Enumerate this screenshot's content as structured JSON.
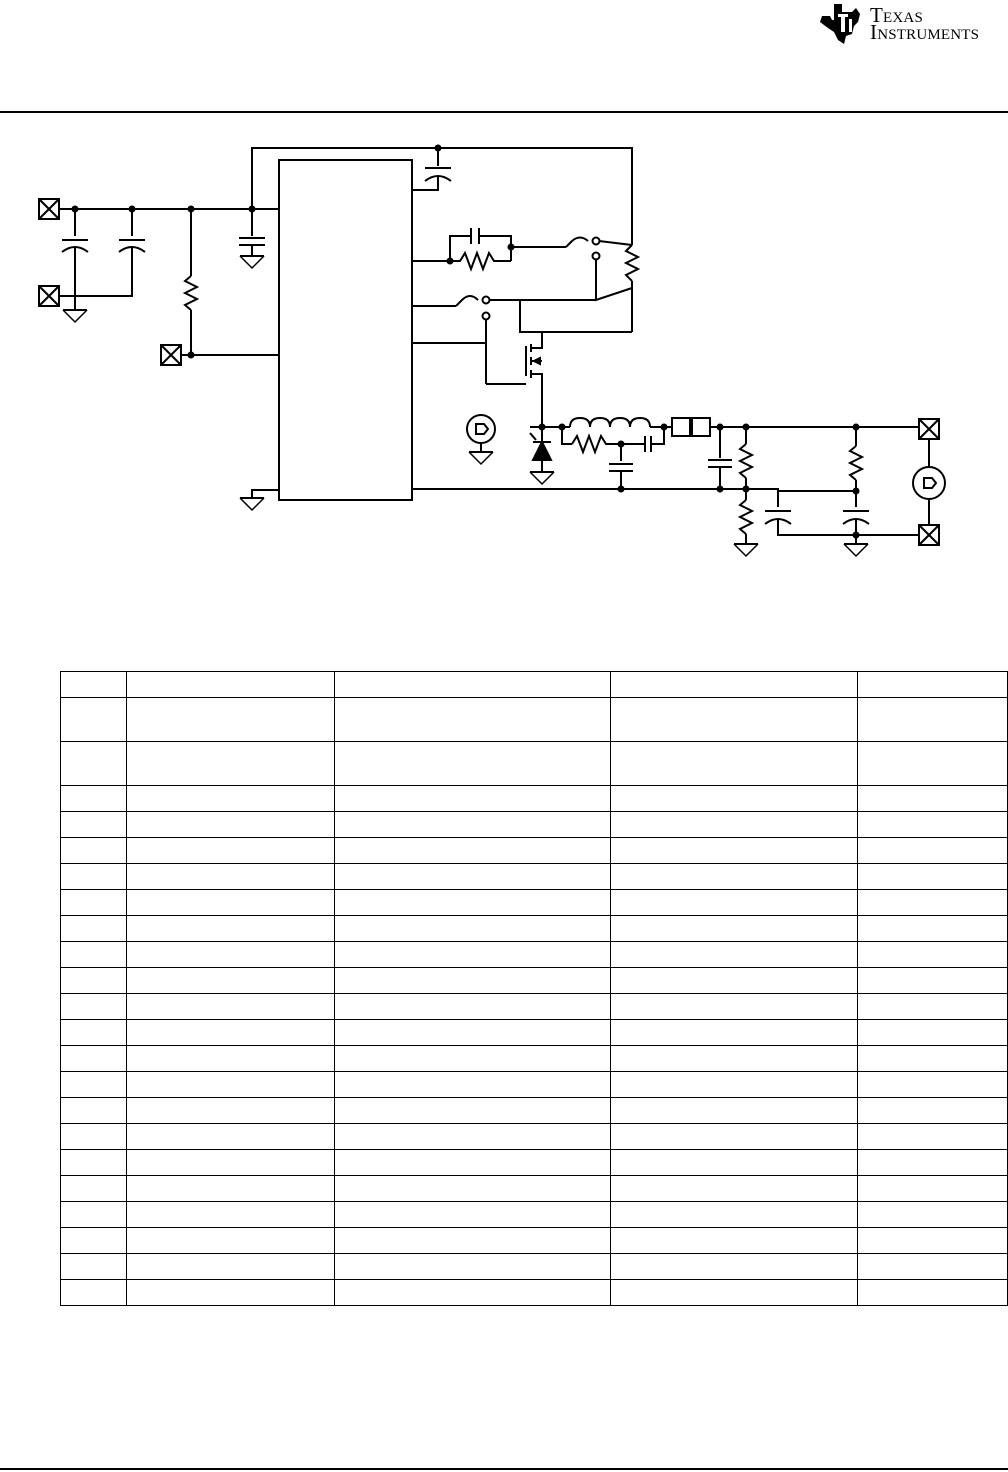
{
  "header": {
    "brand_line1": "Texas",
    "brand_line2": "Instruments",
    "logo_icon": "ti-state-outline-icon"
  },
  "bom_table": {
    "columns": 5,
    "rows": 23,
    "cells": []
  },
  "colors": {
    "ink": "#000000",
    "paper": "#ffffff"
  }
}
